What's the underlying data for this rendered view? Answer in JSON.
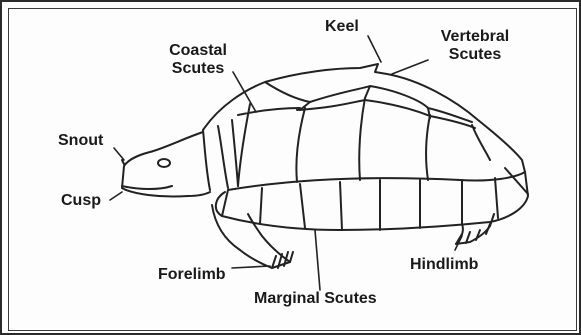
{
  "labels": {
    "keel": "Keel",
    "coastal_line1": "Coastal",
    "coastal_line2": "Scutes",
    "vertebral_line1": "Vertebral",
    "vertebral_line2": "Scutes",
    "snout": "Snout",
    "cusp": "Cusp",
    "forelimb": "Forelimb",
    "hindlimb": "Hindlimb",
    "marginal": "Marginal Scutes"
  },
  "colors": {
    "ink": "#222222",
    "background": "#fdfdfd",
    "border": "#2b2b2b"
  }
}
